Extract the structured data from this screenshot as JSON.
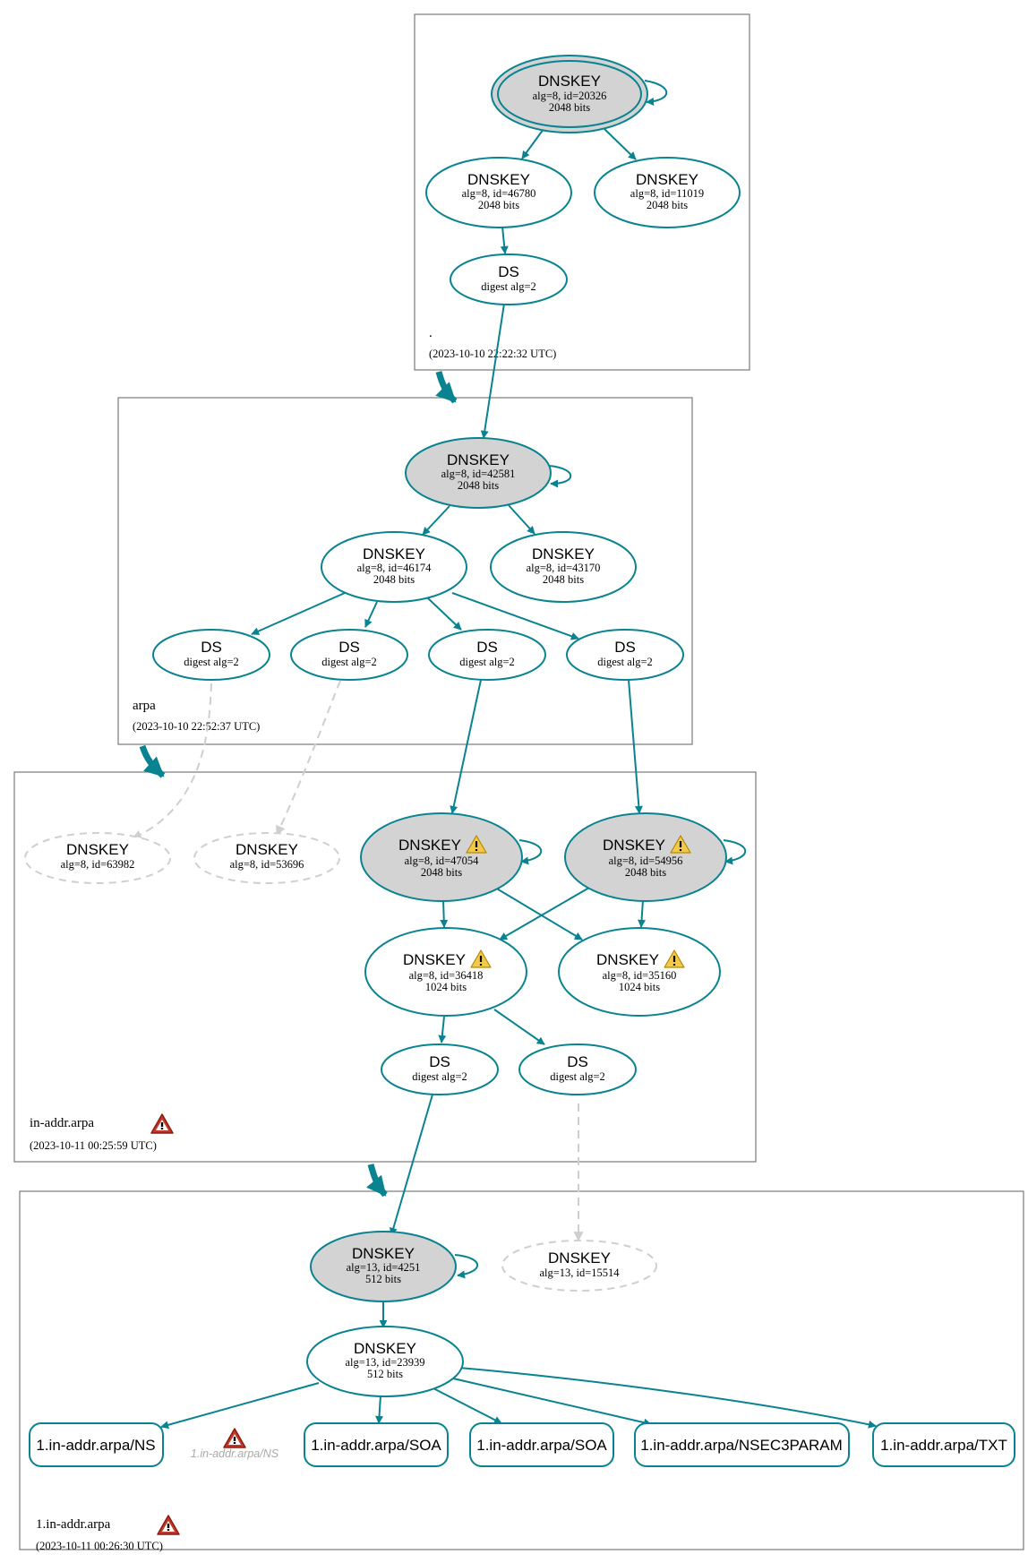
{
  "zones": [
    {
      "name": ".",
      "timestamp": "(2023-10-10 22:22:32 UTC)",
      "error": false
    },
    {
      "name": "arpa",
      "timestamp": "(2023-10-10 22:52:37 UTC)",
      "error": false
    },
    {
      "name": "in-addr.arpa",
      "timestamp": "(2023-10-11 00:25:59 UTC)",
      "error": true
    },
    {
      "name": "1.in-addr.arpa",
      "timestamp": "(2023-10-11 00:26:30 UTC)",
      "error": true
    }
  ],
  "nodes": [
    {
      "id": "root_ksk",
      "title": "DNSKEY",
      "line1": "alg=8, id=20326",
      "line2": "2048 bits",
      "style": "ksk-trust",
      "warning": false
    },
    {
      "id": "root_zsk1",
      "title": "DNSKEY",
      "line1": "alg=8, id=46780",
      "line2": "2048 bits",
      "style": "normal",
      "warning": false
    },
    {
      "id": "root_zsk2",
      "title": "DNSKEY",
      "line1": "alg=8, id=11019",
      "line2": "2048 bits",
      "style": "normal",
      "warning": false
    },
    {
      "id": "root_ds",
      "title": "DS",
      "line1": "digest alg=2",
      "line2": "",
      "style": "normal",
      "warning": false
    },
    {
      "id": "arpa_ksk",
      "title": "DNSKEY",
      "line1": "alg=8, id=42581",
      "line2": "2048 bits",
      "style": "ksk",
      "warning": false
    },
    {
      "id": "arpa_zsk1",
      "title": "DNSKEY",
      "line1": "alg=8, id=46174",
      "line2": "2048 bits",
      "style": "normal",
      "warning": false
    },
    {
      "id": "arpa_zsk2",
      "title": "DNSKEY",
      "line1": "alg=8, id=43170",
      "line2": "2048 bits",
      "style": "normal",
      "warning": false
    },
    {
      "id": "arpa_ds1",
      "title": "DS",
      "line1": "digest alg=2",
      "line2": "",
      "style": "normal",
      "warning": false
    },
    {
      "id": "arpa_ds2",
      "title": "DS",
      "line1": "digest alg=2",
      "line2": "",
      "style": "normal",
      "warning": false
    },
    {
      "id": "arpa_ds3",
      "title": "DS",
      "line1": "digest alg=2",
      "line2": "",
      "style": "normal",
      "warning": false
    },
    {
      "id": "arpa_ds4",
      "title": "DS",
      "line1": "digest alg=2",
      "line2": "",
      "style": "normal",
      "warning": false
    },
    {
      "id": "inaddr_miss1",
      "title": "DNSKEY",
      "line1": "alg=8, id=63982",
      "line2": "",
      "style": "dashed",
      "warning": false
    },
    {
      "id": "inaddr_miss2",
      "title": "DNSKEY",
      "line1": "alg=8, id=53696",
      "line2": "",
      "style": "dashed",
      "warning": false
    },
    {
      "id": "inaddr_ksk1",
      "title": "DNSKEY",
      "line1": "alg=8, id=47054",
      "line2": "2048 bits",
      "style": "ksk",
      "warning": true
    },
    {
      "id": "inaddr_ksk2",
      "title": "DNSKEY",
      "line1": "alg=8, id=54956",
      "line2": "2048 bits",
      "style": "ksk",
      "warning": true
    },
    {
      "id": "inaddr_zsk1",
      "title": "DNSKEY",
      "line1": "alg=8, id=36418",
      "line2": "1024 bits",
      "style": "normal",
      "warning": true
    },
    {
      "id": "inaddr_zsk2",
      "title": "DNSKEY",
      "line1": "alg=8, id=35160",
      "line2": "1024 bits",
      "style": "normal",
      "warning": true
    },
    {
      "id": "inaddr_ds1",
      "title": "DS",
      "line1": "digest alg=2",
      "line2": "",
      "style": "normal",
      "warning": false
    },
    {
      "id": "inaddr_ds2",
      "title": "DS",
      "line1": "digest alg=2",
      "line2": "",
      "style": "normal",
      "warning": false
    },
    {
      "id": "one_ksk",
      "title": "DNSKEY",
      "line1": "alg=13, id=4251",
      "line2": "512 bits",
      "style": "ksk",
      "warning": false
    },
    {
      "id": "one_miss",
      "title": "DNSKEY",
      "line1": "alg=13, id=15514",
      "line2": "",
      "style": "dashed",
      "warning": false
    },
    {
      "id": "one_zsk",
      "title": "DNSKEY",
      "line1": "alg=13, id=23939",
      "line2": "512 bits",
      "style": "normal",
      "warning": false
    }
  ],
  "rrsets": [
    {
      "id": "rr_ns",
      "label": "1.in-addr.arpa/NS"
    },
    {
      "id": "rr_soa1",
      "label": "1.in-addr.arpa/SOA"
    },
    {
      "id": "rr_soa2",
      "label": "1.in-addr.arpa/SOA"
    },
    {
      "id": "rr_nsec3param",
      "label": "1.in-addr.arpa/NSEC3PARAM"
    },
    {
      "id": "rr_txt",
      "label": "1.in-addr.arpa/TXT"
    }
  ],
  "faded_label": "1.in-addr.arpa/NS",
  "colors": {
    "edge": "#0a8391",
    "dashed": "#cfcfcf",
    "ksk_fill": "#d3d3d3",
    "warning": "#f2c94c",
    "error": "#c0392b"
  }
}
